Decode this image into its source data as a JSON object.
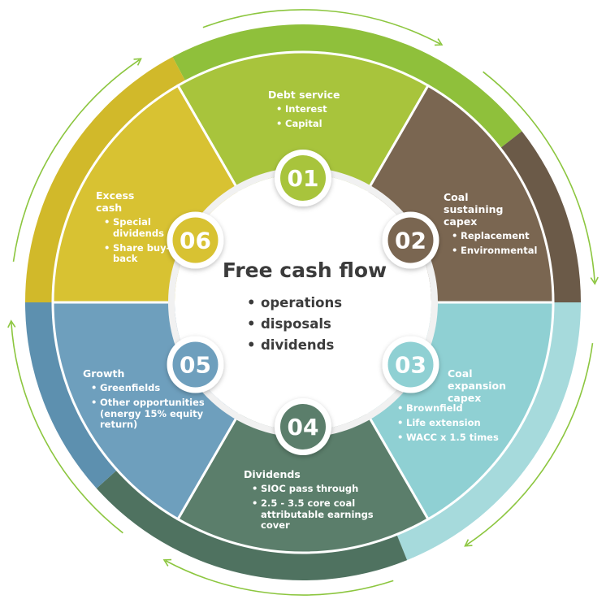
{
  "center": {
    "title": "Free cash flow",
    "items": [
      "operations",
      "disposals",
      "dividends"
    ]
  },
  "segments": [
    {
      "number": "01",
      "title": "Debt service",
      "items": [
        "Interest",
        "Capital"
      ],
      "color": "#a8c43c",
      "band_color": "#8fc03b"
    },
    {
      "number": "02",
      "title": "Coal sustaining capex",
      "items": [
        "Replacement",
        "Environmental"
      ],
      "color": "#7a6651",
      "band_color": "#6b5a48"
    },
    {
      "number": "03",
      "title": "Coal expansion capex",
      "items": [
        "Brownfield",
        "Life extension",
        "WACC x 1.5 times"
      ],
      "color": "#8fd0d3",
      "band_color": "#a6dadc"
    },
    {
      "number": "04",
      "title": "Dividends",
      "items": [
        "SIOC pass through",
        "2.5 - 3.5 core coal attributable earnings cover"
      ],
      "color": "#5b7e6b",
      "band_color": "#4f7260"
    },
    {
      "number": "05",
      "title": "Growth",
      "items": [
        "Greenfields",
        "Other opportunities (energy 15% equity return)"
      ],
      "color": "#6e9fbd",
      "band_color": "#5d90af"
    },
    {
      "number": "06",
      "title": "Excess cash",
      "items": [
        "Special dividends",
        "Share buy-back"
      ],
      "color": "#d8c232",
      "band_color": "#d1b92a"
    }
  ],
  "arrow_color": "#8cc63f"
}
